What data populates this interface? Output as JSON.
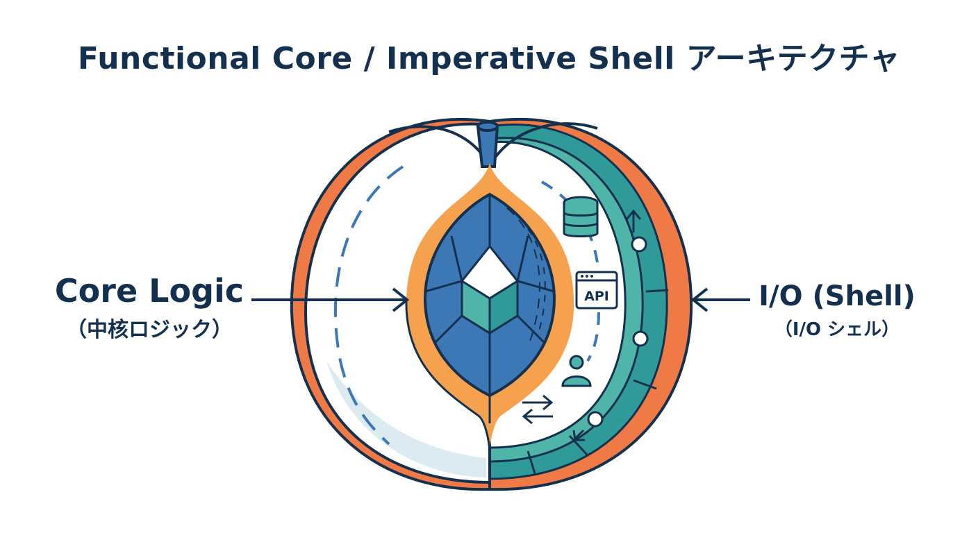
{
  "title": "Functional Core / Imperative Shell アーキテクチャ",
  "core_label": {
    "main": "Core Logic",
    "sub": "（中核ロジック）"
  },
  "shell_label": {
    "main": "I/O (Shell)",
    "sub": "（I/O シェル）"
  },
  "api_badge": "API",
  "colors": {
    "outline": "#14304f",
    "orange": "#f07a45",
    "orange_light": "#f6a14d",
    "teal": "#2f9a98",
    "blue": "#3d78b6",
    "mint": "#4fb5a8",
    "pale_blue": "#dcebf2"
  },
  "icons": [
    "database-icon",
    "api-window-icon",
    "user-icon",
    "swap-arrows-icon"
  ]
}
